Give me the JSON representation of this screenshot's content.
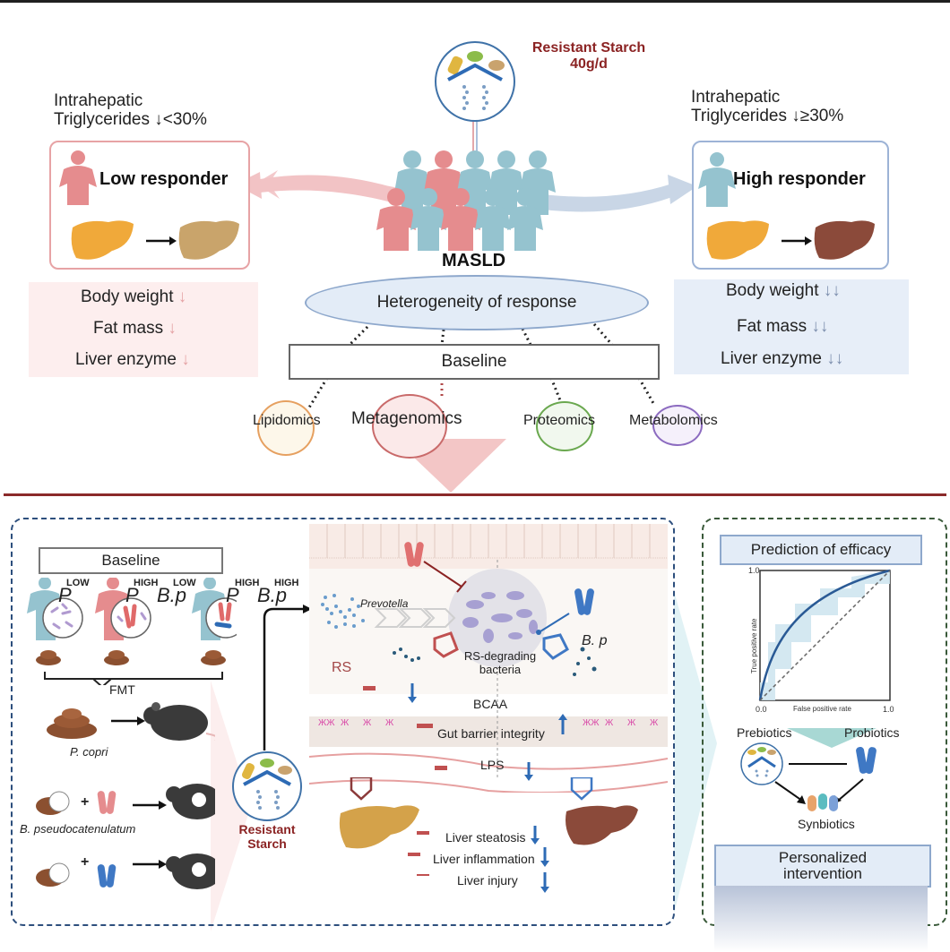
{
  "top": {
    "intervention": {
      "name": "Resistant Starch",
      "dose": "40g/d"
    },
    "population_label": "MASLD",
    "low": {
      "threshold_line1": "Intrahepatic",
      "threshold_line2": "Triglycerides",
      "threshold_value": "↓<30%",
      "title": "Low responder",
      "effects": [
        "Body weight",
        "Fat mass",
        "Liver enzyme"
      ],
      "effect_arrow": "↓"
    },
    "high": {
      "threshold_line1": "Intrahepatic",
      "threshold_line2": "Triglycerides",
      "threshold_value": "↓≥30%",
      "title": "High responder",
      "effects": [
        "Body weight",
        "Fat mass",
        "Liver enzyme"
      ],
      "effect_arrow": "↓↓"
    },
    "heterogeneity_label": "Heterogeneity of response",
    "baseline_label": "Baseline",
    "omics": [
      "Lipidomics",
      "Metagenomics",
      "Proteomics",
      "Metabolomics"
    ]
  },
  "bottom": {
    "left": {
      "baseline_label": "Baseline",
      "groups": [
        {
          "p": "P",
          "p_level": "LOW"
        },
        {
          "p": "P",
          "p_level": "HIGH",
          "bp": "B.p",
          "bp_level": "LOW"
        },
        {
          "p": "P",
          "p_level": "HIGH",
          "bp": "B.p",
          "bp_level": "HIGH"
        }
      ],
      "fmt_label": "FMT",
      "pcopri_label": "P. copri",
      "bpseudo_label": "B. pseudocatenulatum",
      "plus": "+",
      "rs_label_1": "Resistant",
      "rs_label_2": "Starch"
    },
    "mechanism": {
      "prevotella": "Prevotella",
      "bp": "B. p",
      "rs": "RS",
      "rs_degrading_1": "RS-degrading",
      "rs_degrading_2": "bacteria",
      "outcomes": [
        {
          "label": "BCAA",
          "direction": "↓"
        },
        {
          "label": "Gut barrier integrity",
          "direction": "↑"
        },
        {
          "label": "LPS",
          "direction": "↓"
        },
        {
          "label": "Liver steatosis",
          "direction": "↓"
        },
        {
          "label": "Liver inflammation",
          "direction": "↓"
        },
        {
          "label": "Liver injury",
          "direction": "↓"
        }
      ]
    },
    "right": {
      "prediction_title": "Prediction of efficacy",
      "roc": {
        "x_label": "False positive rate",
        "y_label": "True positive rate",
        "x_ticks": [
          "0.0",
          "1.0"
        ],
        "y_ticks": [
          "1.0"
        ]
      },
      "prebiotics": "Prebiotics",
      "probiotics": "Probiotics",
      "synbiotics": "Synbiotics",
      "personalized_1": "Personalized",
      "personalized_2": "intervention"
    }
  },
  "colors": {
    "low": "#e58c8e",
    "high": "#8fbccb",
    "accent_red": "#8b2323",
    "accent_blue": "#2e6bb5",
    "divider": "#8b2a2a"
  }
}
